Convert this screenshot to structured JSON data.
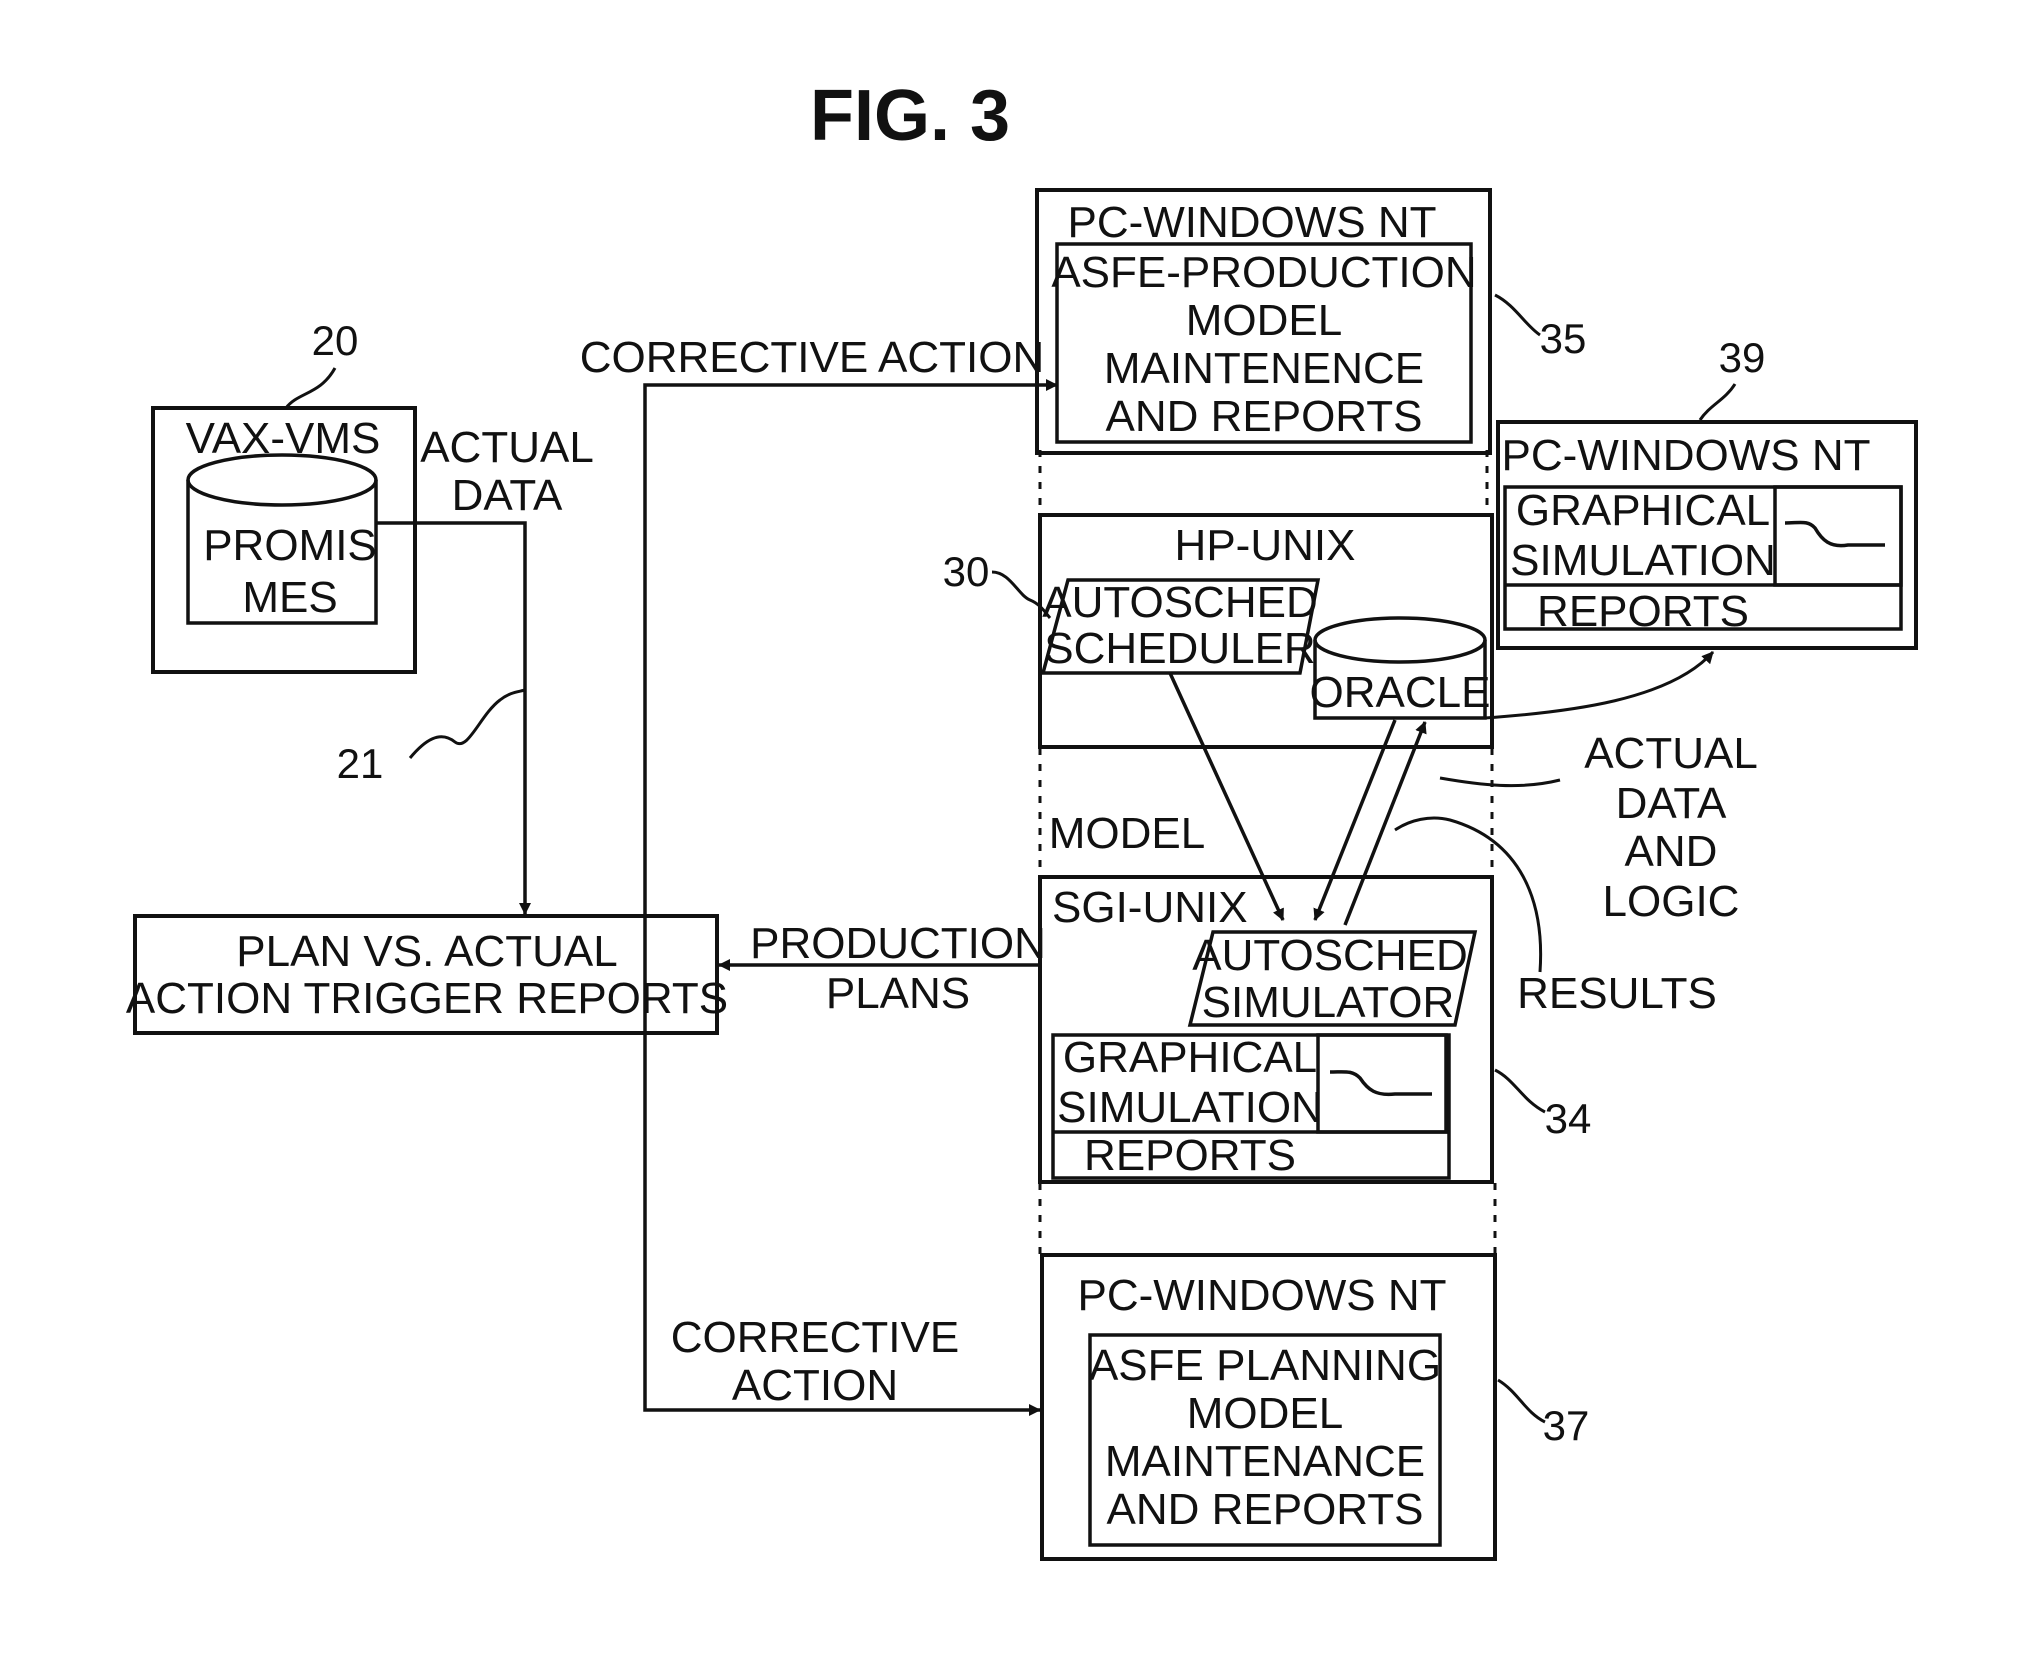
{
  "figure_title": "FIG. 3",
  "nodes": {
    "vax": {
      "label": "VAX-VMS",
      "db_line1": "PROMIS",
      "db_line2": "MES",
      "ref": "20"
    },
    "actual_data_top": {
      "line1": "ACTUAL",
      "line2": "DATA"
    },
    "link_ref": "21",
    "plan": {
      "line1": "PLAN VS. ACTUAL",
      "line2": "ACTION TRIGGER REPORTS"
    },
    "pc35": {
      "os": "PC-WINDOWS NT",
      "line1": "ASFE-PRODUCTION",
      "line2": "MODEL",
      "line3": "MAINTENENCE",
      "line4": "AND REPORTS",
      "ref": "35"
    },
    "hp": {
      "os": "HP-UNIX",
      "sched1": "AUTOSCHED",
      "sched2": "SCHEDULER",
      "db": "ORACLE",
      "ref": "30"
    },
    "pc39": {
      "os": "PC-WINDOWS NT",
      "line1": "GRAPHICAL",
      "line2": "SIMULATION",
      "line3": "REPORTS",
      "ref": "39"
    },
    "sgi": {
      "os": "SGI-UNIX",
      "sim1": "AUTOSCHED",
      "sim2": "SIMULATOR",
      "line1": "GRAPHICAL",
      "line2": "SIMULATION",
      "line3": "REPORTS",
      "ref": "34"
    },
    "pc37": {
      "os": "PC-WINDOWS NT",
      "line1": "ASFE PLANNING",
      "line2": "MODEL",
      "line3": "MAINTENANCE",
      "line4": "AND REPORTS",
      "ref": "37"
    }
  },
  "edge_labels": {
    "corrective_top": "CORRECTIVE ACTION",
    "model": "MODEL",
    "production_plans1": "PRODUCTION",
    "production_plans2": "PLANS",
    "corrective_bottom1": "CORRECTIVE",
    "corrective_bottom2": "ACTION",
    "actual_logic1": "ACTUAL",
    "actual_logic2": "DATA",
    "actual_logic3": "AND",
    "actual_logic4": "LOGIC",
    "results": "RESULTS"
  }
}
